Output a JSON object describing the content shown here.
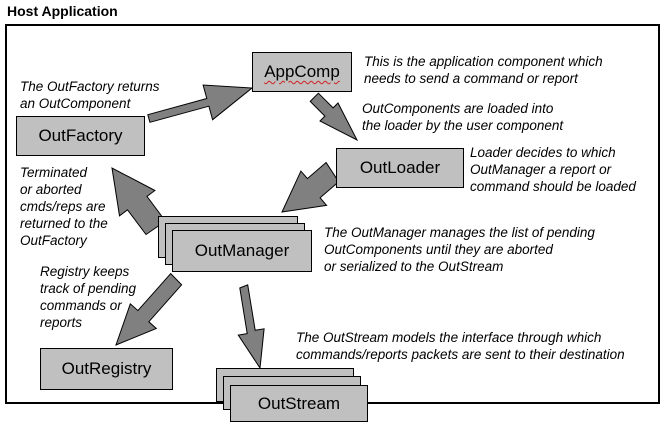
{
  "title": "Host Application",
  "components": {
    "appcomp": "AppComp",
    "outfactory": "OutFactory",
    "outloader": "OutLoader",
    "outmanager": "OutManager",
    "outregistry": "OutRegistry",
    "outstream": "OutStream"
  },
  "notes": {
    "appcomp": "This is the application component which\nneeds to send a command or report",
    "outfactory_returns": "The OutFactory returns\nan OutComponent",
    "loaded": "OutComponents are loaded into\nthe loader by the user component",
    "loader": "Loader decides to which\nOutManager a report or\ncommand should be loaded",
    "terminated": "Terminated\nor aborted\ncmds/reps are\nreturned to the\nOutFactory",
    "manager": "The OutManager manages the list of pending\nOutComponents until they are aborted\nor serialized to the OutStream",
    "registry": "Registry keeps\ntrack of pending\ncommands or\nreports",
    "stream": "The OutStream models the interface through which\ncommands/reports packets are sent to their destination"
  },
  "colors": {
    "box_fill": "#c0c0c0",
    "arrow_fill": "#808080",
    "spellcheck_underline": "#d02020"
  }
}
